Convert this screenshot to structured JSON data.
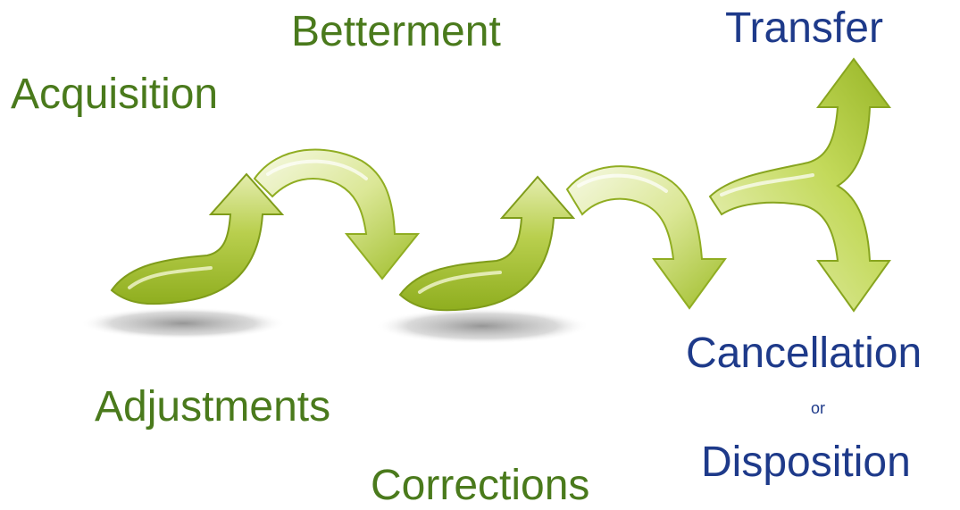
{
  "colors": {
    "green_text": "#4a7a1c",
    "blue_text": "#1e3a8a",
    "arrow_dark": "#8fae1f",
    "arrow_mid": "#c6d866",
    "arrow_light": "#f4f7d8",
    "shadow": "#9a9a9a"
  },
  "labels": {
    "acquisition": "Acquisition",
    "betterment": "Betterment",
    "transfer": "Transfer",
    "adjustments": "Adjustments",
    "corrections": "Corrections",
    "cancellation": "Cancellation",
    "or": "or",
    "disposition": "Disposition"
  }
}
